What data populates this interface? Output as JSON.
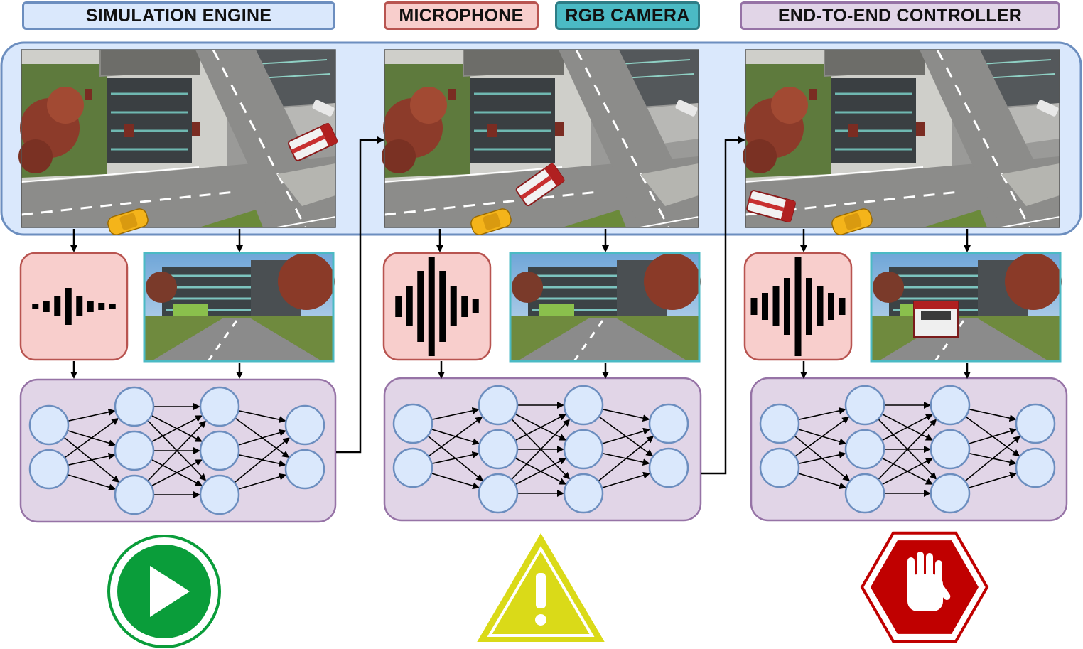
{
  "legend": {
    "simulation_engine": "SIMULATION ENGINE",
    "microphone": "MICROPHONE",
    "rgb_camera": "RGB CAMERA",
    "controller": "END-TO-END CONTROLLER"
  },
  "colors": {
    "simulation_fill": "#dae8fc",
    "simulation_stroke": "#6c8ebf",
    "microphone_fill": "#f8cecc",
    "microphone_stroke": "#b85450",
    "camera_fill": "#4bbac4",
    "camera_stroke": "#2e7d86",
    "controller_fill": "#e1d5e7",
    "controller_stroke": "#9673a6",
    "go_green": "#0a9d3a",
    "warning_yellow": "#dada18",
    "stop_red": "#c00000"
  },
  "panels": [
    {
      "step": "no-emergency-vehicle",
      "audio_intensity": "low",
      "ambulance_in_view": false,
      "action_icon": "play-icon"
    },
    {
      "step": "emergency-vehicle-approaching",
      "audio_intensity": "medium",
      "ambulance_in_view": false,
      "action_icon": "warning-icon"
    },
    {
      "step": "emergency-vehicle-ahead",
      "audio_intensity": "high",
      "ambulance_in_view": true,
      "action_icon": "stop-hand-icon"
    }
  ]
}
